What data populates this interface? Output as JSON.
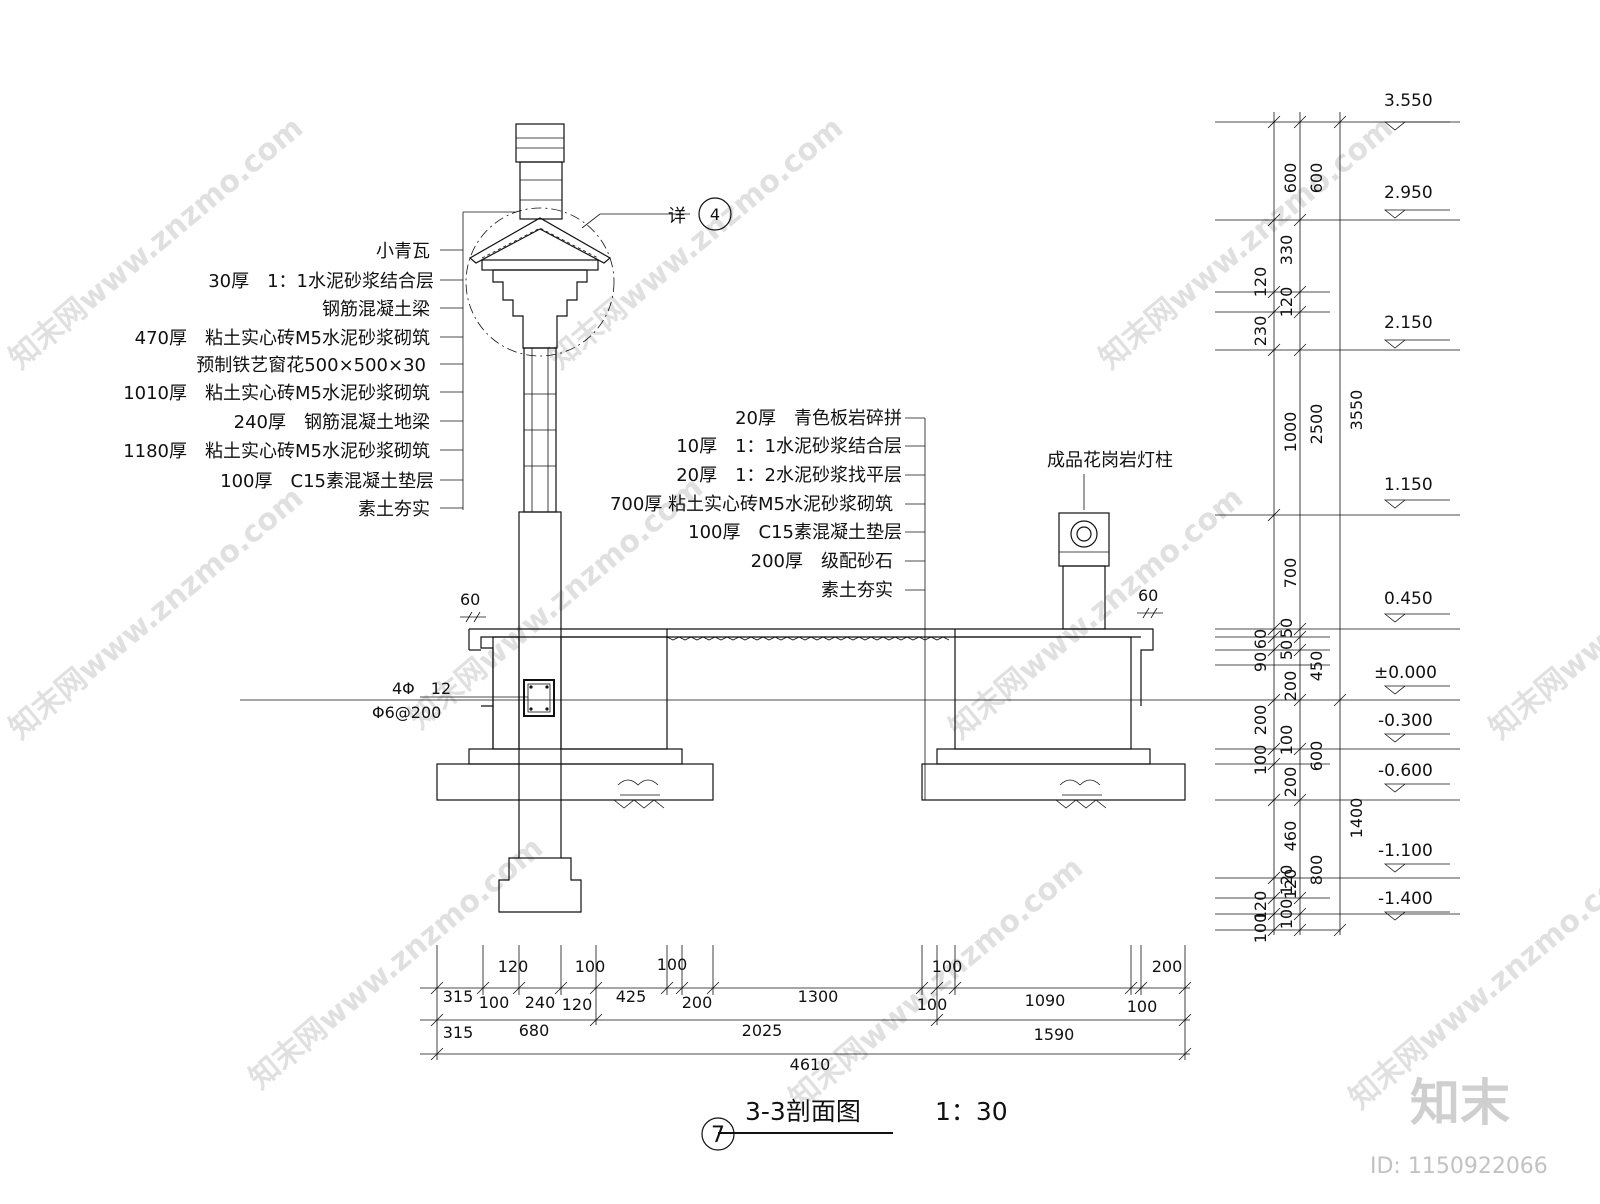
{
  "callout": {
    "label": "详",
    "num": "4"
  },
  "left_layers": [
    "小青瓦",
    "30厚　1：1水泥砂浆结合层",
    "钢筋混凝土梁",
    "470厚　粘土实心砖M5水泥砂浆砌筑",
    "预制铁艺窗花500×500×30",
    "1010厚　粘土实心砖M5水泥砂浆砌筑",
    "240厚　钢筋混凝土地梁",
    "1180厚　粘土实心砖M5水泥砂浆砌筑",
    "100厚　C15素混凝土垫层",
    "素土夯实"
  ],
  "right_layers": [
    "20厚　青色板岩碎拼",
    "10厚　1：1水泥砂浆结合层",
    "20厚　1：2水泥砂浆找平层",
    "700厚 粘土实心砖M5水泥砂浆砌筑",
    "100厚　C15素混凝土垫层",
    "200厚　级配砂石",
    "素土夯实"
  ],
  "lamp_label": "成品花岗岩灯柱",
  "rebar": {
    "main": "4Φ　12",
    "stirrup": "Φ6@200"
  },
  "small_dims": {
    "left60": "60",
    "right60": "60"
  },
  "elevations": [
    "3.550",
    "2.950",
    "2.150",
    "1.150",
    "0.450",
    "±0.000",
    "-0.300",
    "-0.600",
    "-1.100",
    "-1.400"
  ],
  "vdims_col1": [
    "600",
    "120",
    "230",
    "1000",
    "700",
    "60",
    "90",
    "200",
    "200",
    "100",
    "200",
    "460",
    "120",
    "120",
    "100"
  ],
  "vdims_col2": [
    "600",
    "330",
    "120",
    "2500",
    "50",
    "50",
    "450",
    "100",
    "600",
    "800",
    "120",
    "100"
  ],
  "vdims_col3": [
    "3550",
    "1400"
  ],
  "hdims_row1": [
    "120",
    "100",
    "100",
    "100",
    "200"
  ],
  "hdims_row2": [
    "315",
    "100",
    "240",
    "120",
    "425",
    "200",
    "1300",
    "100",
    "1090",
    "100"
  ],
  "hdims_row3": [
    "315",
    "680",
    "2025",
    "1590"
  ],
  "hdims_total": "4610",
  "title": {
    "name": "3-3剖面图",
    "scale": "1：30",
    "num": "7"
  },
  "watermark": "知末网www.znzmo.com",
  "brand": "知末",
  "id_text": "ID: 1150922066"
}
